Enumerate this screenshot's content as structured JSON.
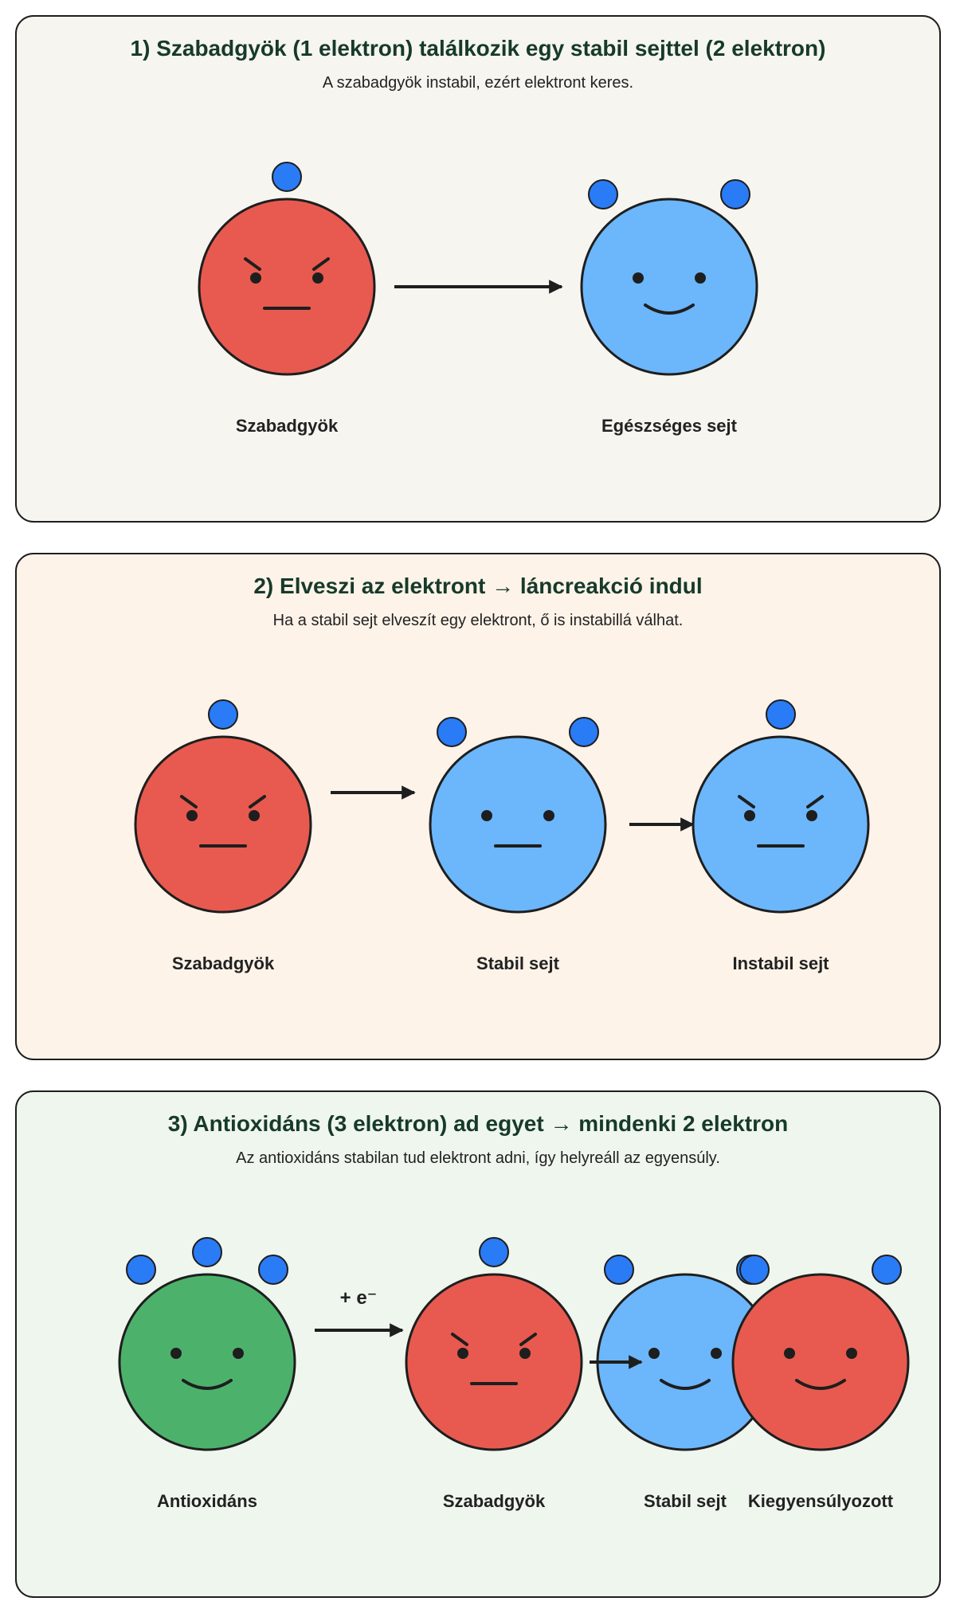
{
  "colors": {
    "free_radical": "#e85a4f",
    "cell": "#6cb6fb",
    "antioxidant": "#4cb26b",
    "electron": "#2a7bf6",
    "outline": "#1e1e1e",
    "panel1_bg": "#f6f5f0",
    "panel2_bg": "#fdf3e9",
    "panel3_bg": "#eff6ee",
    "title": "#173a2a"
  },
  "panels": [
    {
      "title": "1) Szabadgyök (1 elektron) találkozik egy stabil sejttel (2 elektron)",
      "subtitle": "A szabadgyök instabil, ezért elektront keres.",
      "labels": [
        "Szabadgyök",
        "Egészséges sejt"
      ]
    },
    {
      "title": "2) Elveszi az elektront → láncreakció indul",
      "subtitle": "Ha a stabil sejt elveszít egy elektront, ő is instabillá válhat.",
      "labels": [
        "Szabadgyök",
        "Stabil sejt",
        "Instabil sejt"
      ]
    },
    {
      "title": "3) Antioxidáns (3 elektron) ad egyet → mindenki 2 elektron",
      "subtitle": "Az antioxidáns stabilan tud elektront adni, így helyreáll az egyensúly.",
      "labels": [
        "Antioxidáns",
        "Szabadgyök",
        "Stabil sejt",
        "Kiegyensúlyozott"
      ],
      "annotation": "+ e⁻"
    }
  ]
}
